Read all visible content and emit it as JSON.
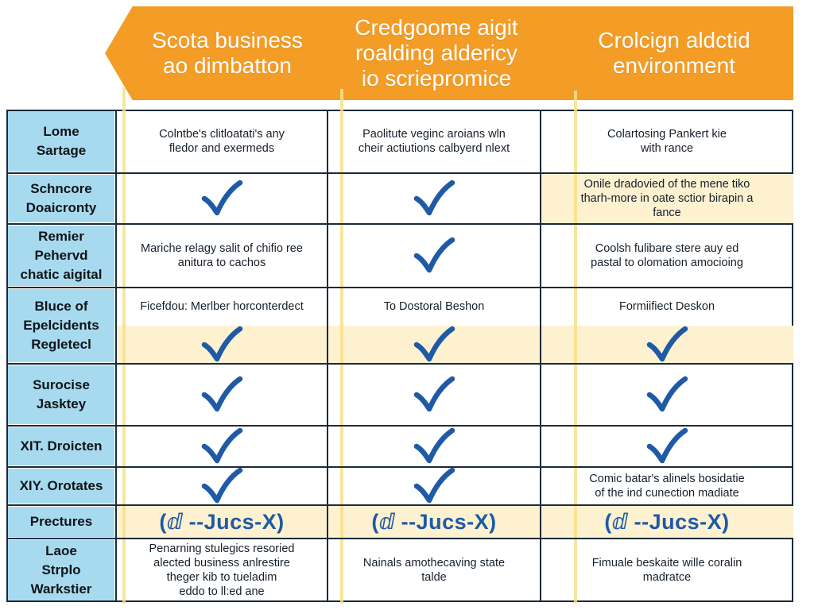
{
  "header": {
    "columns": [
      {
        "lines": [
          "Scota business",
          "ao dimbatton"
        ]
      },
      {
        "lines": [
          "Credgoome aigit",
          "roalding alderi‍cy",
          "io scriepromice"
        ]
      },
      {
        "lines": [
          "Crolcign aldctid",
          "environment"
        ]
      }
    ]
  },
  "rows": [
    {
      "label": [
        "Lome",
        "Sartage"
      ],
      "cells": [
        {
          "type": "text",
          "lines": [
            "Colntbe's clitloatati's any",
            "fledor and exermeds"
          ]
        },
        {
          "type": "text",
          "lines": [
            "Paolitute veginc aroians wln",
            "cheir actiutions calbyerd nlext"
          ]
        },
        {
          "type": "text",
          "lines": [
            "Colartosing Pankert kie",
            "with rance"
          ]
        }
      ]
    },
    {
      "label": [
        "Schncore",
        "Doaicronty"
      ],
      "cells": [
        {
          "type": "check"
        },
        {
          "type": "check"
        },
        {
          "type": "text",
          "lines": [
            "Onile dradovied of the mene tiko",
            "tharh-more in oate sctior birapin a",
            "fance"
          ]
        }
      ]
    },
    {
      "label": [
        "Remier",
        "Pehervd",
        "chatic aigital"
      ],
      "cells": [
        {
          "type": "text",
          "lines": [
            "Mariche relagy salit of chifio ree",
            "anitura to cachos"
          ]
        },
        {
          "type": "check"
        },
        {
          "type": "text",
          "lines": [
            "Coolsh fulibare stere auy ed",
            "pastal to olomation amocioing"
          ]
        }
      ]
    },
    {
      "label": [
        "Bluce of",
        "Epelcidents",
        "Regletecl"
      ],
      "cells": [
        {
          "type": "text",
          "lines": [
            "Ficefdou: Merlber horconterdect"
          ]
        },
        {
          "type": "text",
          "lines": [
            "To Dostoral Beshon"
          ]
        },
        {
          "type": "text",
          "lines": [
            "Formiifiect Deskon"
          ]
        }
      ]
    },
    {
      "label": [
        "Surocise",
        "Jasktey"
      ],
      "cells": [
        {
          "type": "check"
        },
        {
          "type": "check"
        },
        {
          "type": "check"
        }
      ]
    },
    {
      "label": [
        "XIT. Droicten"
      ],
      "cells": [
        {
          "type": "check"
        },
        {
          "type": "check"
        },
        {
          "type": "check"
        }
      ]
    },
    {
      "label": [
        "XIY. Orotates"
      ],
      "cells": [
        {
          "type": "check"
        },
        {
          "type": "check"
        },
        {
          "type": "text",
          "lines": [
            "Comic batar's alinels bosidatie",
            "of the ind cunection madiate"
          ]
        }
      ]
    },
    {
      "label": [
        "Prectures"
      ],
      "cells": [
        {
          "type": "code",
          "text": "(ⅆ --Jucs-X)"
        },
        {
          "type": "code",
          "text": "(ⅆ --Jucs-X)"
        },
        {
          "type": "code",
          "text": "(ⅆ --Jucs-X)"
        }
      ]
    },
    {
      "label": [
        "Laoe",
        "Strplo",
        "Warkstier"
      ],
      "cells": [
        {
          "type": "text",
          "lines": [
            "Penarning stulegics resoried",
            "alected business anlrestire",
            "theger kib to tueladim",
            "eddo to ll:ed ane"
          ]
        },
        {
          "type": "text",
          "lines": [
            "Nainals amothecaving state",
            "talde"
          ]
        },
        {
          "type": "text",
          "lines": [
            "Fimuale beskaite wille coralin",
            "madratce"
          ]
        }
      ]
    }
  ],
  "colors": {
    "banner": "#f39c26",
    "label_bg": "#a8daef",
    "highlight_bg": "#fdf1d0",
    "check": "#1e5aa6",
    "grid_line": "#1c2a3a"
  }
}
